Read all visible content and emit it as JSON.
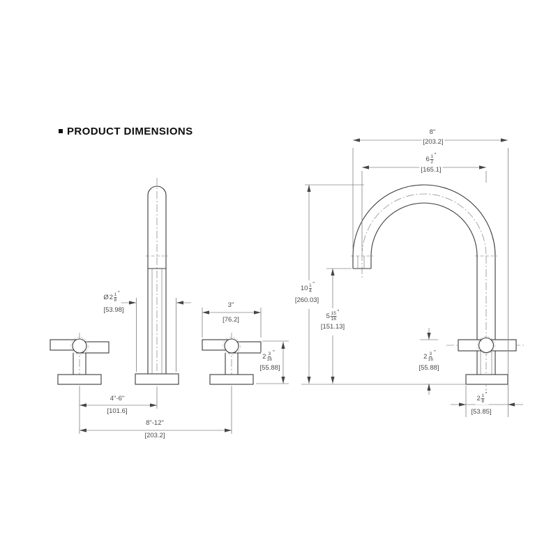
{
  "title": {
    "text": "PRODUCT DIMENSIONS"
  },
  "dims": {
    "front_base_diameter": {
      "prefix": "Ø",
      "whole": "2",
      "num": "1",
      "den": "8",
      "unit": "\"",
      "metric": "[53.98]"
    },
    "front_handle_width": {
      "text": "3\"",
      "metric": "[76.2]"
    },
    "front_handle_height": {
      "whole": "2",
      "num": "3",
      "den": "16",
      "unit": "\"",
      "metric": "[55.88]"
    },
    "front_center_to_handle": {
      "text": "4\"-6\"",
      "metric": "[101.6]"
    },
    "front_handle_spread": {
      "text": "8\"-12\"",
      "metric": "[203.2]"
    },
    "side_overall_width": {
      "text": "8\"",
      "metric": "[203.2]"
    },
    "side_spout_reach": {
      "whole": "6",
      "num": "1",
      "den": "2",
      "unit": "\"",
      "metric": "[165.1]"
    },
    "side_overall_height": {
      "whole": "10",
      "num": "1",
      "den": "4",
      "unit": "\"",
      "metric": "[260.03]"
    },
    "side_spout_height": {
      "whole": "5",
      "num": "15",
      "den": "16",
      "unit": "\"",
      "metric": "[151.13]"
    },
    "side_handle_height": {
      "whole": "2",
      "num": "3",
      "den": "16",
      "unit": "\"",
      "metric": "[55.88]"
    },
    "side_base_width": {
      "whole": "2",
      "num": "1",
      "den": "8",
      "unit": "\"",
      "metric": "[53.85]"
    }
  }
}
